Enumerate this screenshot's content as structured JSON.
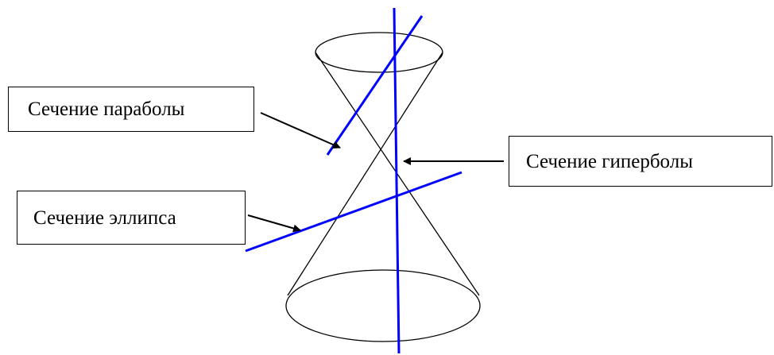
{
  "labels": {
    "parabola": "Сечение параболы",
    "hyperbola": "Сечение гиперболы",
    "ellipse": "Сечение эллипса"
  },
  "colors": {
    "cone_outline": "#000000",
    "section_lines": "#0000ff",
    "arrows": "#000000",
    "background": "#ffffff"
  }
}
